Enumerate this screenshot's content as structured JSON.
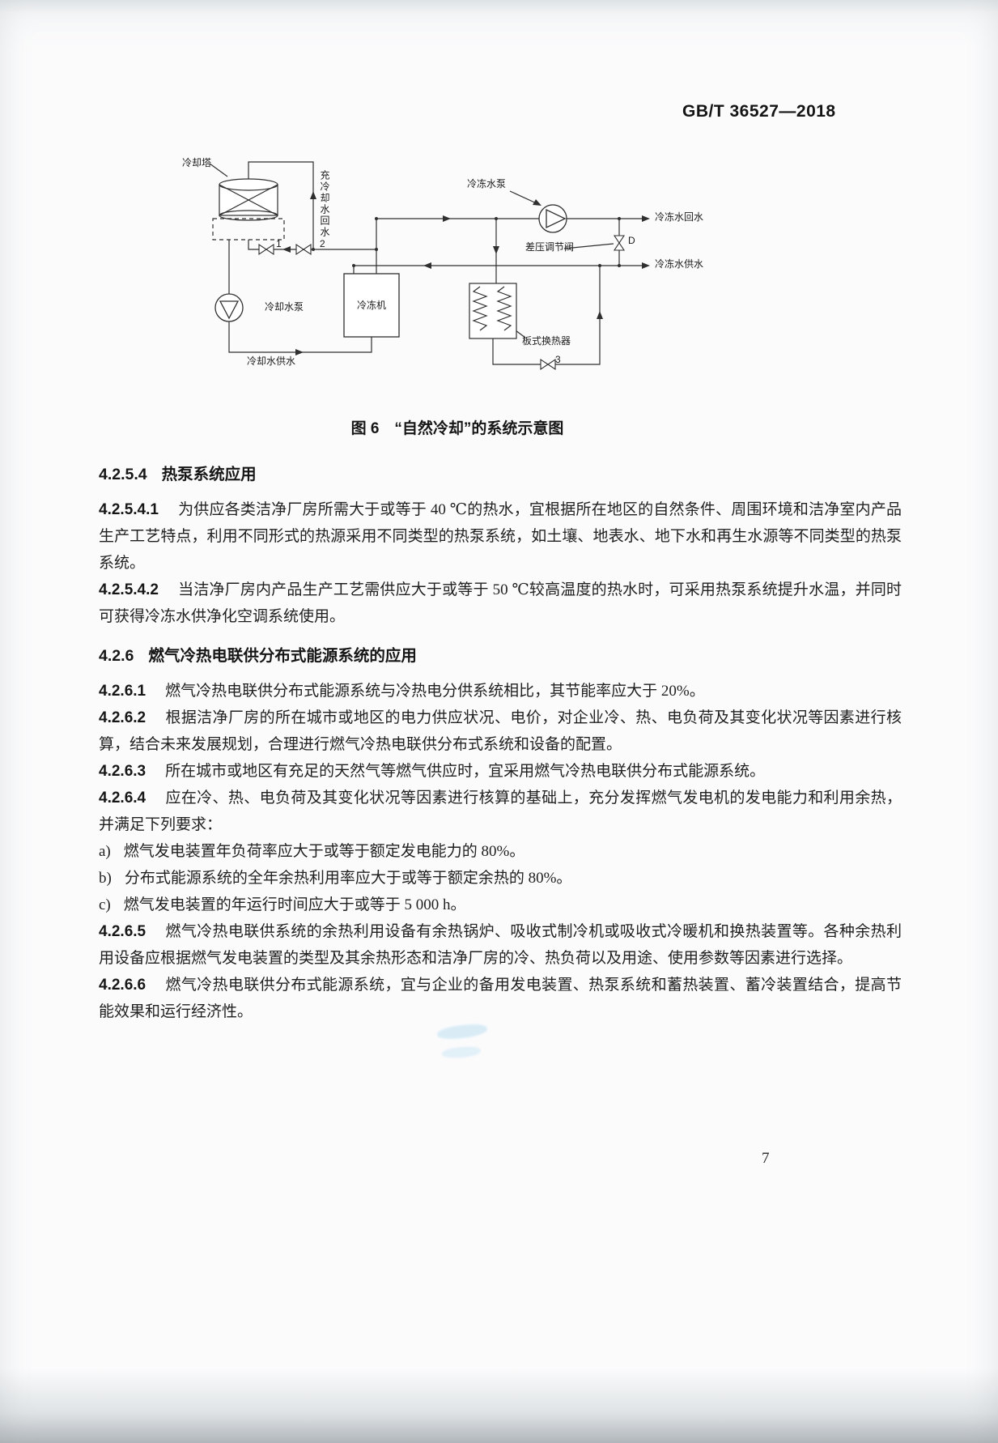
{
  "header": {
    "doc_code": "GB/T 36527—2018"
  },
  "figure": {
    "caption": "图 6　“自然冷却”的系统示意图",
    "labels": {
      "cooling_tower": "冷却塔",
      "riser_vertical": "充冷却水回水",
      "chilled_water_pump": "冷冻水泵",
      "chilled_water_return": "冷冻水回水",
      "dp_valve": "差压调节阀",
      "valve_d": "D",
      "chilled_water_supply": "冷冻水供水",
      "cooling_water_pump": "冷却水泵",
      "chiller": "冷冻机",
      "plate_hx": "板式换热器",
      "cooling_water_supply": "冷却水供水",
      "valve_1": "1",
      "valve_2": "2",
      "valve_3": "3"
    }
  },
  "content": {
    "h4254": {
      "number": "4.2.5.4",
      "title": "热泵系统应用"
    },
    "p42541": {
      "number": "4.2.5.4.1",
      "text": "为供应各类洁净厂房所需大于或等于 40 ℃的热水，宜根据所在地区的自然条件、周围环境和洁净室内产品生产工艺特点，利用不同形式的热源采用不同类型的热泵系统，如土壤、地表水、地下水和再生水源等不同类型的热泵系统。"
    },
    "p42542": {
      "number": "4.2.5.4.2",
      "text": "当洁净厂房内产品生产工艺需供应大于或等于 50 ℃较高温度的热水时，可采用热泵系统提升水温，并同时可获得冷冻水供净化空调系统使用。"
    },
    "h426": {
      "number": "4.2.6",
      "title": "燃气冷热电联供分布式能源系统的应用"
    },
    "p4261": {
      "number": "4.2.6.1",
      "text": "燃气冷热电联供分布式能源系统与冷热电分供系统相比，其节能率应大于 20%。"
    },
    "p4262": {
      "number": "4.2.6.2",
      "text": "根据洁净厂房的所在城市或地区的电力供应状况、电价，对企业冷、热、电负荷及其变化状况等因素进行核算，结合未来发展规划，合理进行燃气冷热电联供分布式系统和设备的配置。"
    },
    "p4263": {
      "number": "4.2.6.3",
      "text": "所在城市或地区有充足的天然气等燃气供应时，宜采用燃气冷热电联供分布式能源系统。"
    },
    "p4264": {
      "number": "4.2.6.4",
      "text": "应在冷、热、电负荷及其变化状况等因素进行核算的基础上，充分发挥燃气发电机的发电能力和利用余热，并满足下列要求："
    },
    "list4264": {
      "a": {
        "marker": "a)",
        "text": "燃气发电装置年负荷率应大于或等于额定发电能力的 80%。"
      },
      "b": {
        "marker": "b)",
        "text": "分布式能源系统的全年余热利用率应大于或等于额定余热的 80%。"
      },
      "c": {
        "marker": "c)",
        "text": "燃气发电装置的年运行时间应大于或等于 5 000 h。"
      }
    },
    "p4265": {
      "number": "4.2.6.5",
      "text": "燃气冷热电联供系统的余热利用设备有余热锅炉、吸收式制冷机或吸收式冷暖机和换热装置等。各种余热利用设备应根据燃气发电装置的类型及其余热形态和洁净厂房的冷、热负荷以及用途、使用参数等因素进行选择。"
    },
    "p4266": {
      "number": "4.2.6.6",
      "text": "燃气冷热电联供分布式能源系统，宜与企业的备用发电装置、热泵系统和蓄热装置、蓄冷装置结合，提高节能效果和运行经济性。"
    }
  },
  "footer": {
    "page_number": "7"
  }
}
